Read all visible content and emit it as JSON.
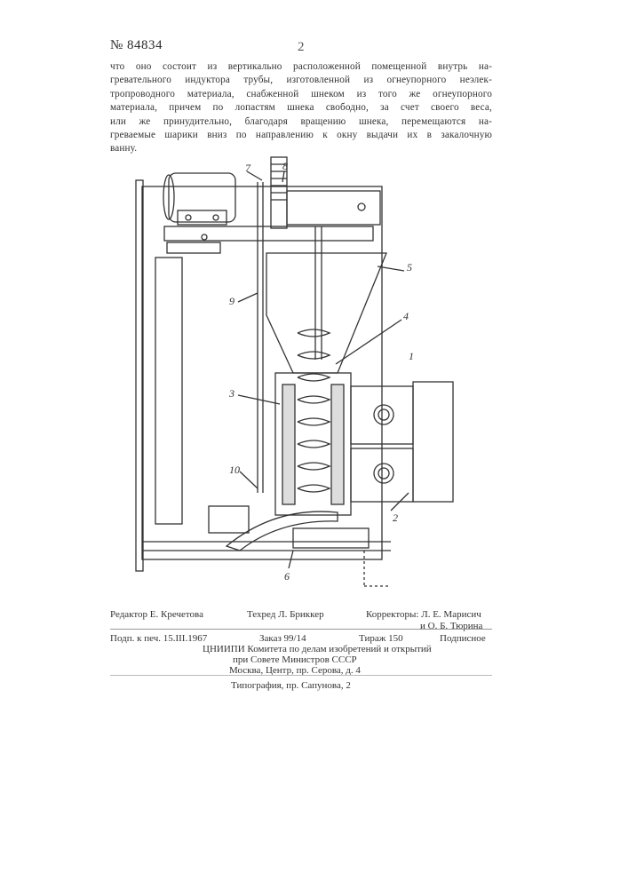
{
  "header": {
    "patent_number": "№ 84834",
    "page_number": "2"
  },
  "body": {
    "lines": [
      "что оно состоит из вертикально расположенной помещенной внутрь на-",
      "гревательного индуктора трубы, изготовленной из огнеупорного неэлек-",
      "тропроводного материала, снабженной шнеком из того же огнеупорного",
      "материала, причем по лопастям шнека свободно, за счет своего веса,",
      "или же принудительно, благодаря вращению шнека, перемещаются на-",
      "греваемые шарики вниз по направлению к окну выдачи их в закалочную",
      "ванну."
    ]
  },
  "figure": {
    "labels": {
      "l7": "7",
      "l8": "8",
      "l9": "9",
      "l5": "5",
      "l4": "4",
      "l1": "1",
      "l3": "3",
      "l10": "10",
      "l2": "2",
      "l6": "6"
    }
  },
  "colophon": {
    "editor": "Редактор Е. Кречетова",
    "techred": "Техред Л. Бриккер",
    "correctors_line1": "Корректоры: Л. Е. Марисич",
    "correctors_line2": "и О. Б. Тюрина",
    "signed": "Подп. к печ. 15.III.1967",
    "order": "Заказ 99/14",
    "circulation": "Тираж 150",
    "subscription": "Подписное",
    "org_line1": "ЦНИИПИ Комитета по делам изобретений и открытий",
    "org_line2": "при Совете Министров СССР",
    "org_line3": "Москва, Центр, пр. Серова, д. 4",
    "printer": "Типография, пр. Сапунова, 2"
  }
}
